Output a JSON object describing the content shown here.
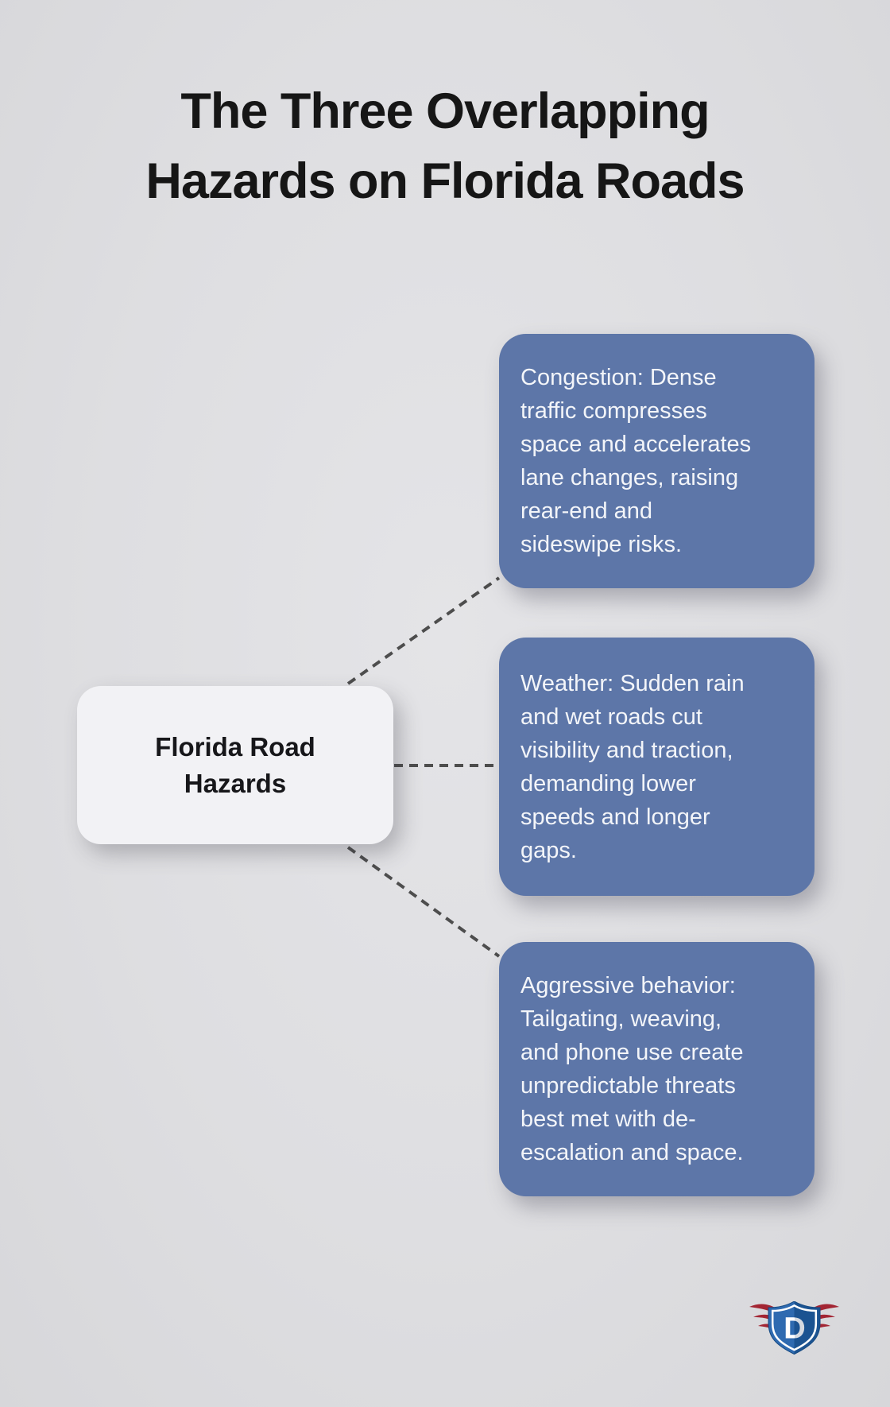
{
  "title": {
    "lines": [
      "The Three Overlapping",
      "Hazards on Florida Roads"
    ]
  },
  "diagram": {
    "center_node": {
      "label_lines": [
        "Florida Road",
        "Hazards"
      ]
    },
    "hazard_nodes": [
      {
        "id": "congestion",
        "lines": [
          "Congestion: Dense",
          "traffic compresses",
          "space and accelerates",
          "lane changes, raising",
          "rear-end and",
          "sideswipe risks."
        ]
      },
      {
        "id": "weather",
        "lines": [
          "Weather: Sudden rain",
          "and wet roads cut",
          "visibility and traction,",
          "demanding lower",
          "speeds and longer",
          "gaps."
        ]
      },
      {
        "id": "aggressive-behavior",
        "lines": [
          "Aggressive behavior:",
          "Tailgating, weaving,",
          "and phone use create",
          "unpredictable threats",
          "best met with de-",
          "escalation and space."
        ]
      }
    ]
  },
  "logo": {
    "letter": "D"
  },
  "colors": {
    "background": "#dedee1",
    "hazard_node_fill": "#5d76a8",
    "hazard_node_text": "#f3f5f9",
    "center_node_fill": "#f2f2f5",
    "center_node_text": "#17171a",
    "title_text": "#161616",
    "connector": "#4d4d4d",
    "logo_blue_light": "#2e6ab0",
    "logo_blue_dark": "#1b5391",
    "logo_red": "#a32533"
  }
}
